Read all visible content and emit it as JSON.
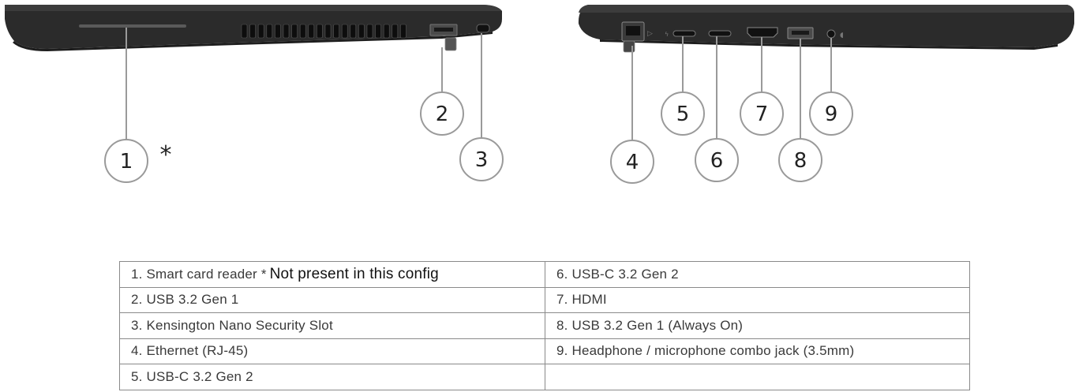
{
  "callouts": {
    "c1": "1",
    "c2": "2",
    "c3": "3",
    "c4": "4",
    "c5": "5",
    "c6": "6",
    "c7": "7",
    "c8": "8",
    "c9": "9",
    "asterisk": "*"
  },
  "legend": {
    "rows": [
      {
        "left": "1.  Smart card reader *",
        "left_note": "Not present in this config",
        "right": "6.  USB-C 3.2 Gen 2"
      },
      {
        "left": "2.  USB 3.2 Gen 1",
        "right": "7.  HDMI"
      },
      {
        "left": "3.  Kensington Nano Security Slot",
        "right": "8.  USB 3.2 Gen 1 (Always On)"
      },
      {
        "left": "4.  Ethernet (RJ-45)",
        "right": "9.  Headphone / microphone combo jack (3.5mm)"
      },
      {
        "left": "5.  USB-C 3.2 Gen 2",
        "right": ""
      }
    ]
  },
  "colors": {
    "laptop_body": "#2b2b2b",
    "laptop_highlight": "#4a4a4a",
    "leader_line": "#9a9a9a",
    "table_border": "#8a8a8a",
    "text": "#3a3a3a"
  },
  "icons": [
    "smart-card-slot-icon",
    "vent-grille-icon",
    "usb-a-port-icon",
    "lock-slot-icon",
    "ethernet-port-icon",
    "usb-c-port-icon",
    "hdmi-port-icon",
    "audio-jack-icon"
  ]
}
